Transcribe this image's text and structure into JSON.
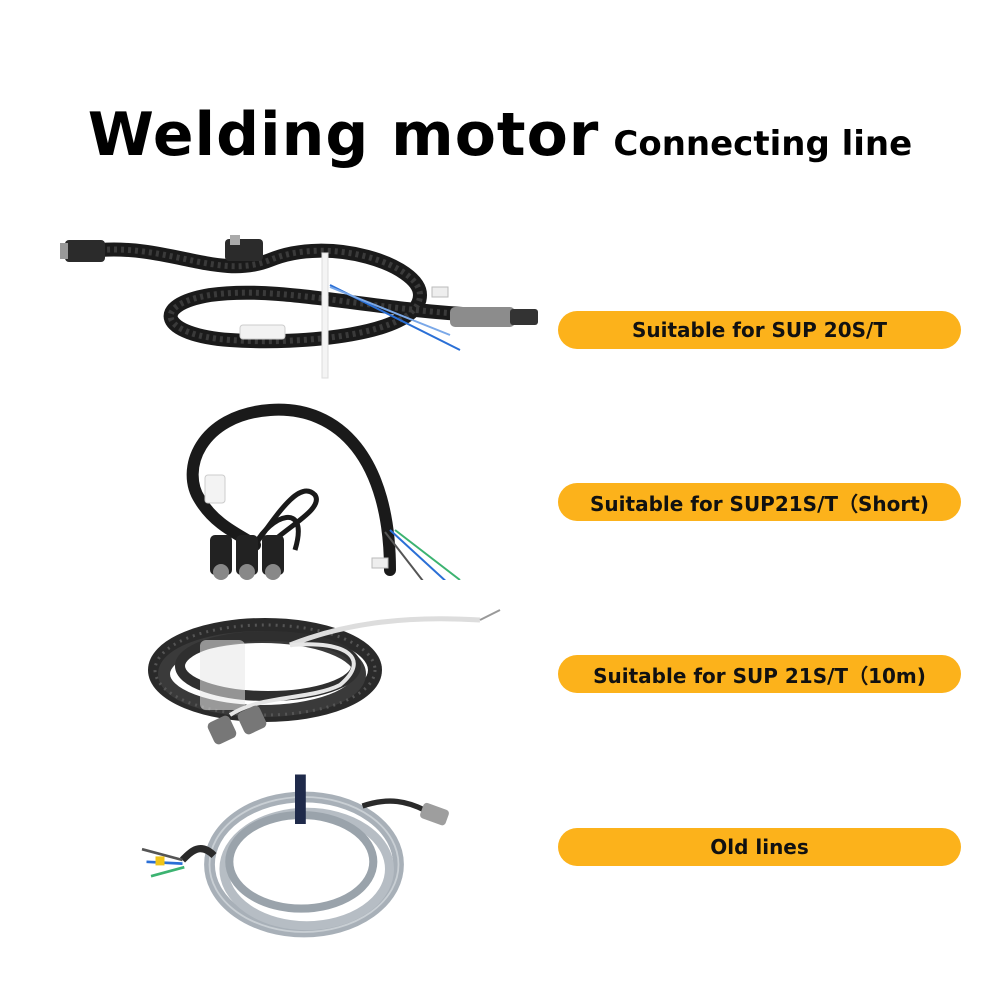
{
  "title": {
    "main": "Welding motor",
    "sub": "Connecting line"
  },
  "accent_color": "#fcb21b",
  "products": [
    {
      "label": "Suitable for SUP 20S/T",
      "image": "braided-cable-three-connectors"
    },
    {
      "label": "Suitable for SUP21S/T（Short)",
      "image": "braided-cable-three-connectors-short"
    },
    {
      "label": "Suitable for SUP 21S/T（10m)",
      "image": "coiled-braided-cable-10m"
    },
    {
      "label": "Old lines",
      "image": "coiled-grey-cable"
    }
  ]
}
